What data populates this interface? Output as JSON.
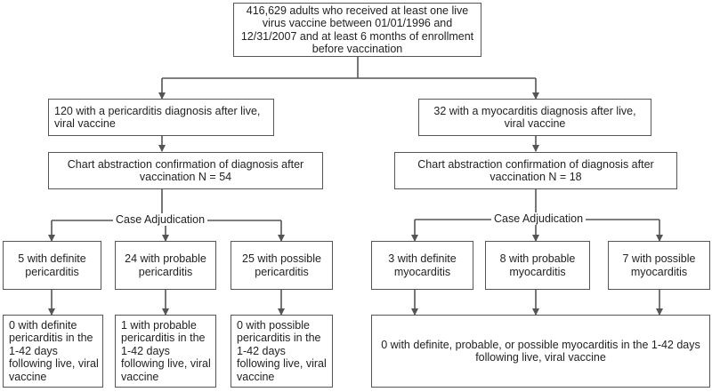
{
  "top": {
    "text": "416,629 adults who received at least one live virus vaccine between 01/01/1996 and 12/31/2007 and at least 6 months of enrollment before vaccination"
  },
  "pericarditis": {
    "diagnosis": "120 with a pericarditis diagnosis after live, viral vaccine",
    "chart": "Chart abstraction confirmation of diagnosis after vaccination N = 54",
    "adjudication": "Case Adjudication",
    "definite": "5 with definite pericarditis",
    "probable": "24  with probable pericarditis",
    "possible": "25  with possible pericarditis",
    "outcome_definite": "0 with definite pericarditis in the 1-42 days following live, viral vaccine",
    "outcome_probable": "1 with probable pericarditis in the 1-42 days following live, viral vaccine",
    "outcome_possible": "0 with possible pericarditis in the 1-42 days following live, viral vaccine"
  },
  "myocarditis": {
    "diagnosis": "32 with a myocarditis diagnosis after live, viral vaccine",
    "chart": "Chart abstraction confirmation of diagnosis after vaccination N = 18",
    "adjudication": "Case Adjudication",
    "definite": "3 with definite myocarditis",
    "probable": "8 with probable myocarditis",
    "possible": "7 with possible myocarditis",
    "outcome_all": "0 with definite, probable, or possible myocarditis in the 1-42 days following live, viral vaccine"
  }
}
